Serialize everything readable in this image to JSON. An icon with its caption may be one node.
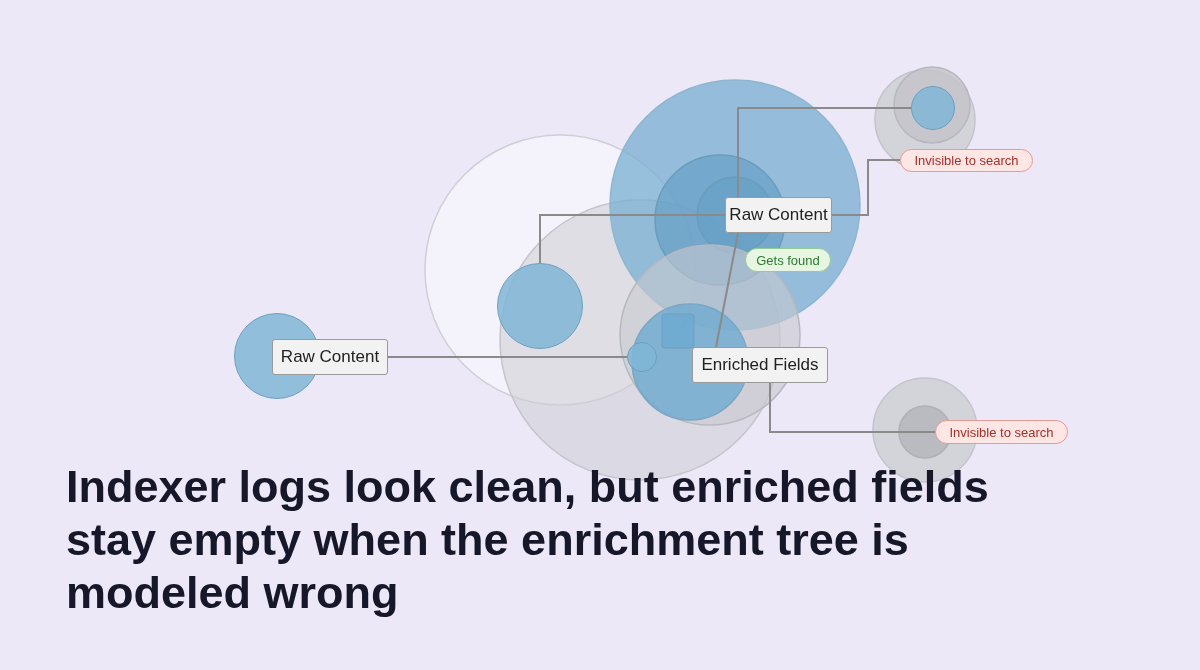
{
  "diagram": {
    "title": "Indexer logs look clean, but enriched fields stay empty when the enrichment tree is modeled wrong",
    "nodes": [
      {
        "text": [
          "Raw Content"
        ]
      },
      {
        "text": [],
        "shape": "circle"
      },
      {
        "text": [],
        "shape": "circle"
      },
      {
        "text": [],
        "shape": "circle"
      },
      {
        "text": [
          "Raw Content"
        ]
      },
      {
        "text": [],
        "shape": "circle"
      },
      {
        "text": [
          "Invisible to search"
        ]
      },
      {
        "text": [
          "Gets found"
        ]
      },
      {
        "text": [
          "Enriched Fields"
        ]
      },
      {
        "text": [
          "Invisible to search"
        ]
      }
    ],
    "edges": [
      {
        "from": 0,
        "to": 3,
        "arrow": "none"
      },
      {
        "from": 2,
        "to": 4,
        "arrow": "none"
      },
      {
        "from": 4,
        "to": 5,
        "arrow": "none"
      },
      {
        "from": 4,
        "to": 6,
        "arrow": "none"
      },
      {
        "from": 4,
        "to": 8,
        "arrow": "none"
      },
      {
        "from": 8,
        "to": 9,
        "arrow": "none"
      }
    ]
  }
}
